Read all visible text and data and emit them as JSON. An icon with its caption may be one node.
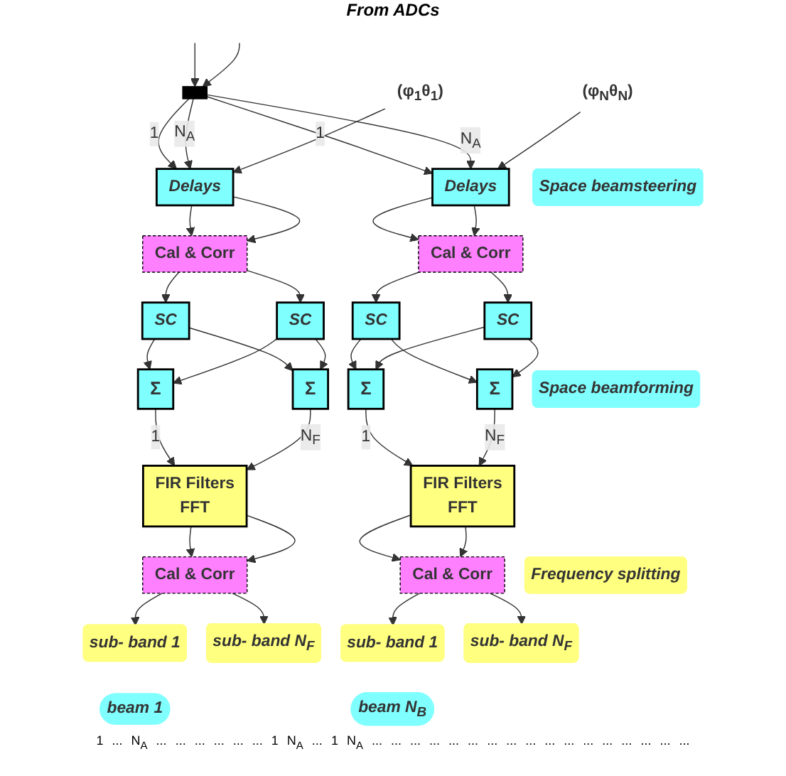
{
  "diagram": {
    "nodes": [
      {
        "text": [],
        "shape": "bar"
      },
      {
        "text": [
          "(φ$_{1}$θ$_{1}$)"
        ]
      },
      {
        "text": [
          "Delays"
        ]
      },
      {
        "text": [
          "Cal & Corr"
        ]
      },
      {
        "text": [
          "SC"
        ]
      },
      {
        "text": [
          "SC"
        ]
      },
      {
        "text": [
          "Σ"
        ]
      },
      {
        "text": [
          "Σ"
        ]
      },
      {
        "text": [
          "FIR Filters",
          "FFT"
        ]
      },
      {
        "text": [
          "Cal & Corr"
        ]
      },
      {
        "text": [
          "sub- band 1"
        ]
      },
      {
        "text": [
          "sub- band N$_{F}$"
        ]
      },
      {
        "text": [
          "beam 1"
        ]
      },
      {
        "text": [
          "(φ$_{N}$θ$_{N}$)"
        ]
      },
      {
        "text": [
          "Delays"
        ]
      },
      {
        "text": [
          "Cal & Corr"
        ]
      },
      {
        "text": [
          "SC"
        ]
      },
      {
        "text": [
          "SC"
        ]
      },
      {
        "text": [
          "Σ"
        ]
      },
      {
        "text": [
          "Σ"
        ]
      },
      {
        "text": [
          "FIR Filters",
          "FFT"
        ]
      },
      {
        "text": [
          "Cal & Corr"
        ]
      },
      {
        "text": [
          "sub- band 1"
        ]
      },
      {
        "text": [
          "sub- band N$_{F}$"
        ]
      },
      {
        "text": [
          "beam N$_{B}$"
        ]
      },
      {
        "text": [
          "Space beamsteering"
        ]
      },
      {
        "text": [
          "Space beamforming"
        ]
      },
      {
        "text": [
          "Frequency splitting"
        ]
      }
    ],
    "edges": [
      {
        "from": null,
        "to": 0,
        "arrow": "to"
      },
      {
        "from": null,
        "to": 0,
        "arrow": "to"
      },
      {
        "from": 0,
        "to": 2,
        "arrow": "to",
        "label": "1"
      },
      {
        "from": 0,
        "to": 2,
        "arrow": "to",
        "label": "N$_{A}$"
      },
      {
        "from": 1,
        "to": 2,
        "arrow": "to"
      },
      {
        "from": 2,
        "to": 3,
        "arrow": "to"
      },
      {
        "from": 2,
        "to": 3,
        "arrow": "to"
      },
      {
        "from": 3,
        "to": 4,
        "arrow": "to"
      },
      {
        "from": 3,
        "to": 5,
        "arrow": "to"
      },
      {
        "from": 4,
        "to": 6,
        "arrow": "to"
      },
      {
        "from": 4,
        "to": 7,
        "arrow": "to"
      },
      {
        "from": 5,
        "to": 6,
        "arrow": "to"
      },
      {
        "from": 5,
        "to": 7,
        "arrow": "to"
      },
      {
        "from": 6,
        "to": 8,
        "arrow": "to",
        "label": "1"
      },
      {
        "from": 7,
        "to": 8,
        "arrow": "to",
        "label": "N$_{F}$"
      },
      {
        "from": 8,
        "to": 9,
        "arrow": "to"
      },
      {
        "from": 8,
        "to": 9,
        "arrow": "to"
      },
      {
        "from": 9,
        "to": 10,
        "arrow": "to"
      },
      {
        "from": 9,
        "to": 11,
        "arrow": "to"
      },
      {
        "from": 0,
        "to": 14,
        "arrow": "to",
        "label": "1"
      },
      {
        "from": 0,
        "to": 14,
        "arrow": "to",
        "label": "N$_{A}$"
      },
      {
        "from": 13,
        "to": 14,
        "arrow": "to"
      },
      {
        "from": 14,
        "to": 15,
        "arrow": "to"
      },
      {
        "from": 14,
        "to": 15,
        "arrow": "to"
      },
      {
        "from": 15,
        "to": 16,
        "arrow": "to"
      },
      {
        "from": 15,
        "to": 17,
        "arrow": "to"
      },
      {
        "from": 16,
        "to": 18,
        "arrow": "to"
      },
      {
        "from": 16,
        "to": 19,
        "arrow": "to"
      },
      {
        "from": 17,
        "to": 18,
        "arrow": "to"
      },
      {
        "from": 17,
        "to": 19,
        "arrow": "to"
      },
      {
        "from": 18,
        "to": 20,
        "arrow": "to",
        "label": "1"
      },
      {
        "from": 19,
        "to": 20,
        "arrow": "to",
        "label": "N$_{F}$"
      },
      {
        "from": 20,
        "to": 21,
        "arrow": "to"
      },
      {
        "from": 20,
        "to": 21,
        "arrow": "to"
      },
      {
        "from": 21,
        "to": 22,
        "arrow": "to"
      },
      {
        "from": 21,
        "to": 23,
        "arrow": "to"
      }
    ],
    "labels": [
      "From ADCs",
      "1",
      "...",
      "N$_{A}$",
      "...",
      "...",
      "...",
      "...",
      "...",
      "...",
      "1",
      "N$_{A}$",
      "...",
      "1",
      "N$_{A}$",
      "...",
      "...",
      "...",
      "...",
      "...",
      "...",
      "...",
      "...",
      "...",
      "...",
      "...",
      "...",
      "...",
      "...",
      "...",
      "...",
      "..."
    ]
  }
}
